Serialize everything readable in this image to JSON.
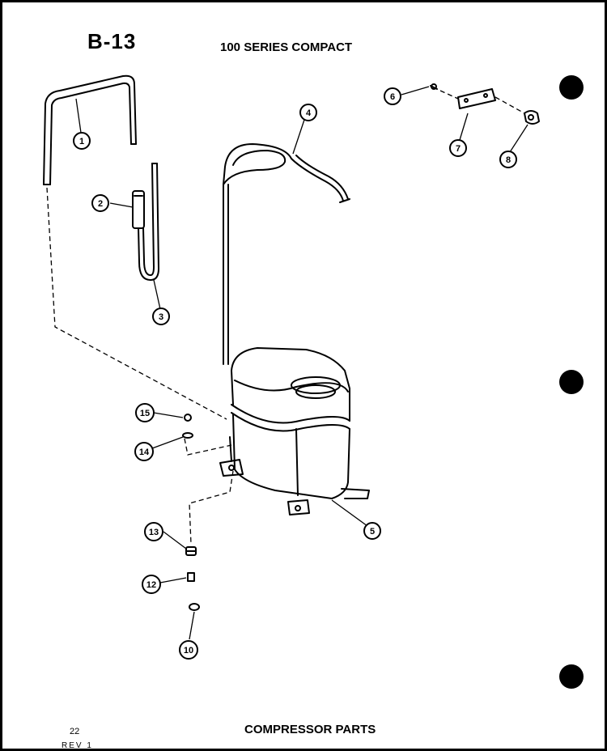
{
  "header": {
    "page_code": "B-13",
    "series_title": "100 SERIES COMPACT"
  },
  "footer": {
    "page_number": "22",
    "revision": "REV 1",
    "title": "COMPRESSOR PARTS"
  },
  "callouts": [
    {
      "id": "1",
      "label": "1"
    },
    {
      "id": "2",
      "label": "2"
    },
    {
      "id": "3",
      "label": "3"
    },
    {
      "id": "4",
      "label": "4"
    },
    {
      "id": "5",
      "label": "5"
    },
    {
      "id": "6",
      "label": "6"
    },
    {
      "id": "7",
      "label": "7"
    },
    {
      "id": "8",
      "label": "8"
    },
    {
      "id": "10",
      "label": "10"
    },
    {
      "id": "12",
      "label": "12"
    },
    {
      "id": "13",
      "label": "13"
    },
    {
      "id": "14",
      "label": "14"
    },
    {
      "id": "15",
      "label": "15"
    }
  ]
}
